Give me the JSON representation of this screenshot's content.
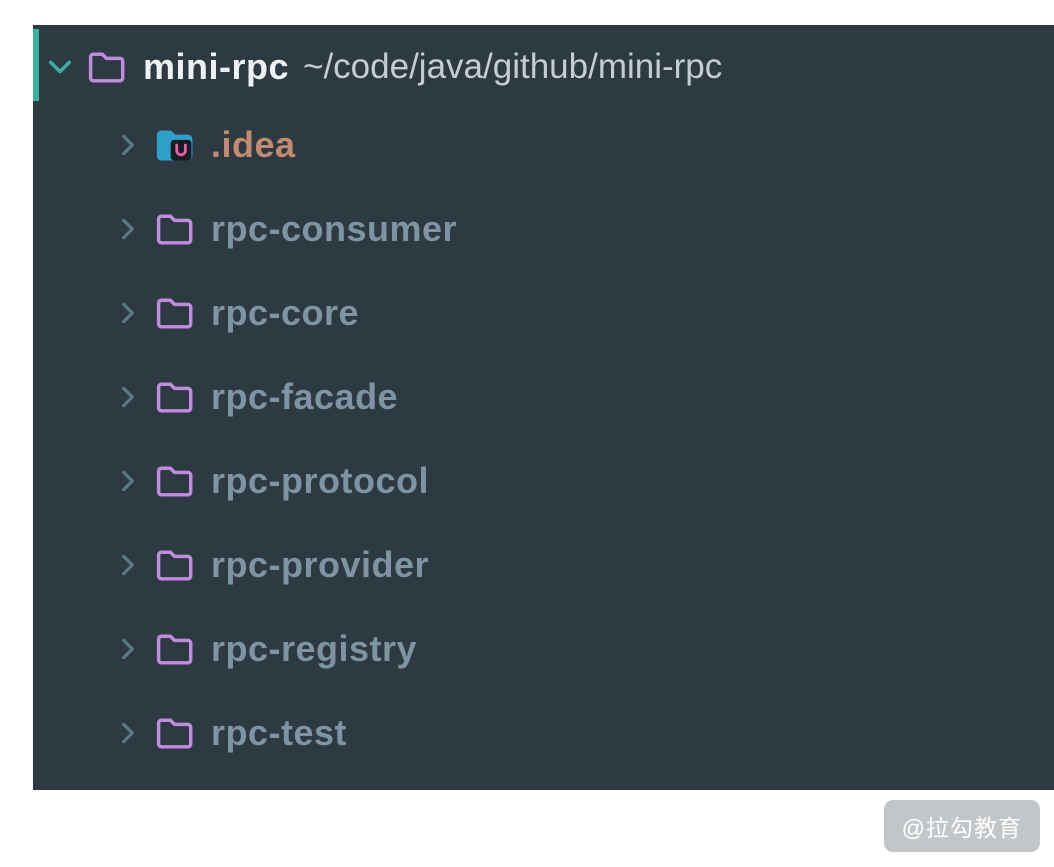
{
  "tree": {
    "root": {
      "name": "mini-rpc",
      "path": "~/code/java/github/mini-rpc",
      "expanded": true
    },
    "children": [
      {
        "name": ".idea",
        "icon": "idea-config-folder"
      },
      {
        "name": "rpc-consumer",
        "icon": "folder"
      },
      {
        "name": "rpc-core",
        "icon": "folder"
      },
      {
        "name": "rpc-facade",
        "icon": "folder"
      },
      {
        "name": "rpc-protocol",
        "icon": "folder"
      },
      {
        "name": "rpc-provider",
        "icon": "folder"
      },
      {
        "name": "rpc-registry",
        "icon": "folder"
      },
      {
        "name": "rpc-test",
        "icon": "folder"
      }
    ]
  },
  "watermark": {
    "text": "@拉勾教育"
  },
  "colors": {
    "panel_background": "#2d3a42",
    "accent_teal": "#3aafa4",
    "folder_purple": "#c18ce0",
    "child_chevron": "#5c7988",
    "root_text": "#eef2f4",
    "path_text": "#c3cdd3",
    "child_text": "#7e94a2",
    "idea_text": "#c28a70"
  }
}
